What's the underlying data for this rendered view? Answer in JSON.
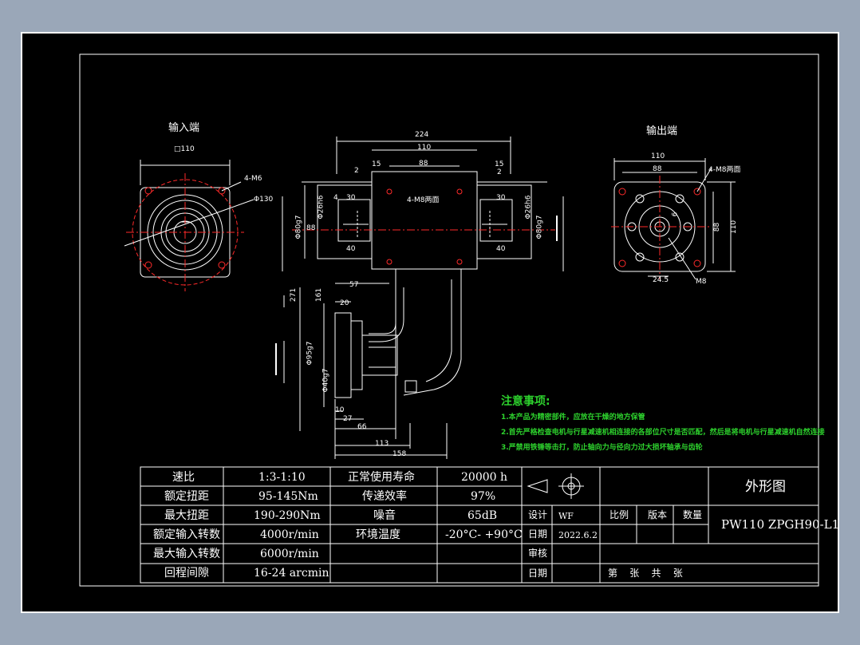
{
  "views": {
    "input_label": "输入端",
    "output_label": "输出端"
  },
  "dims": {
    "d110_top": "□110",
    "m6": "4-M6",
    "phi130": "Φ130",
    "d224": "224",
    "d110_front": "110",
    "d88": "88",
    "d2a": "2",
    "d15": "15",
    "d2b": "2",
    "d15b": "15",
    "d4m8": "4-M8两面",
    "d30a": "30",
    "d4a": "4",
    "d40a": "40",
    "d30b": "30",
    "d40b": "40",
    "phi26": "Φ26h6",
    "phi80": "Φ80g7",
    "d88v": "88",
    "d271": "271",
    "d161": "161",
    "d57": "57",
    "d20": "20",
    "phi95": "Φ95g7",
    "phi40": "Φ40g7",
    "d10": "10",
    "d27": "27",
    "d66": "66",
    "d113": "113",
    "d158": "158",
    "out_110": "110",
    "out_88": "88",
    "out_4m8": "4-M8两面",
    "out_88v": "88",
    "out_110v": "110",
    "out_6": "6",
    "out_245": "24.5",
    "out_m8": "M8",
    "phi26b": "Φ26h6",
    "phi80b": "Φ80g7"
  },
  "notes": {
    "title": "注意事项:",
    "items": [
      "1.本产品为精密部件，应放在干燥的地方保管",
      "2.首先严格检查电机与行星减速机相连接的各部位尺寸是否匹配，然后是将电机与行星减速机自然连接",
      "3.严禁用铁锤等击打，防止轴向力与径向力过大损坏轴承与齿轮"
    ]
  },
  "spec_table": {
    "rows": [
      [
        "速比",
        "1:3-1:10",
        "正常使用寿命",
        "20000 h"
      ],
      [
        "额定扭距",
        "95-145Nm",
        "传递效率",
        "97%"
      ],
      [
        "最大扭距",
        "190-290Nm",
        "噪音",
        "65dB"
      ],
      [
        "额定输入转数",
        "4000r/min",
        "环境温度",
        "-20°C- +90°C"
      ],
      [
        "最大输入转数",
        "6000r/min",
        "",
        ""
      ],
      [
        "回程间隙",
        "16-24 arcmin",
        "",
        ""
      ]
    ]
  },
  "title_block": {
    "drawing_title": "外形图",
    "model": "PW110 ZPGH90-L1",
    "design_label": "设计",
    "designer": "WF",
    "date_label": "日期",
    "date": "2022.6.2",
    "review_label": "审核",
    "date_label2": "日期",
    "scale_label": "比例",
    "version_label": "版本",
    "qty_label": "数量",
    "sheet_text": "第    张    共    张"
  },
  "colors": {
    "background": "#9aa7b8",
    "sheet": "#000000",
    "line": "#ffffff",
    "accent_red": "#ff2a2a",
    "note_green": "#2dd12d"
  }
}
